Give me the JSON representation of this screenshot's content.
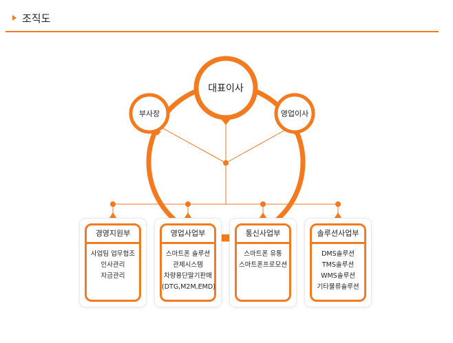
{
  "header": {
    "title": "조직도"
  },
  "accent": "#f47a1f",
  "org": {
    "ceo": "대표이사",
    "vp_left": "부사장",
    "vp_right": "영업이사",
    "departments": [
      {
        "name": "경영지원부",
        "items": [
          "사업팀 업무협조",
          "인사관리",
          "자금관리"
        ]
      },
      {
        "name": "영업사업부",
        "items": [
          "스마트폰 솔루션",
          "관제시스템",
          "차량용단말기판매",
          "(DTG,M2M,EMD)"
        ]
      },
      {
        "name": "통신사업부",
        "items": [
          "스마트폰 유통",
          "스마트폰프로모션"
        ]
      },
      {
        "name": "솔루션사업부",
        "items": [
          "DMS솔루션",
          "TMS솔루션",
          "WMS솔루션",
          "기타물류솔루션"
        ]
      }
    ]
  }
}
